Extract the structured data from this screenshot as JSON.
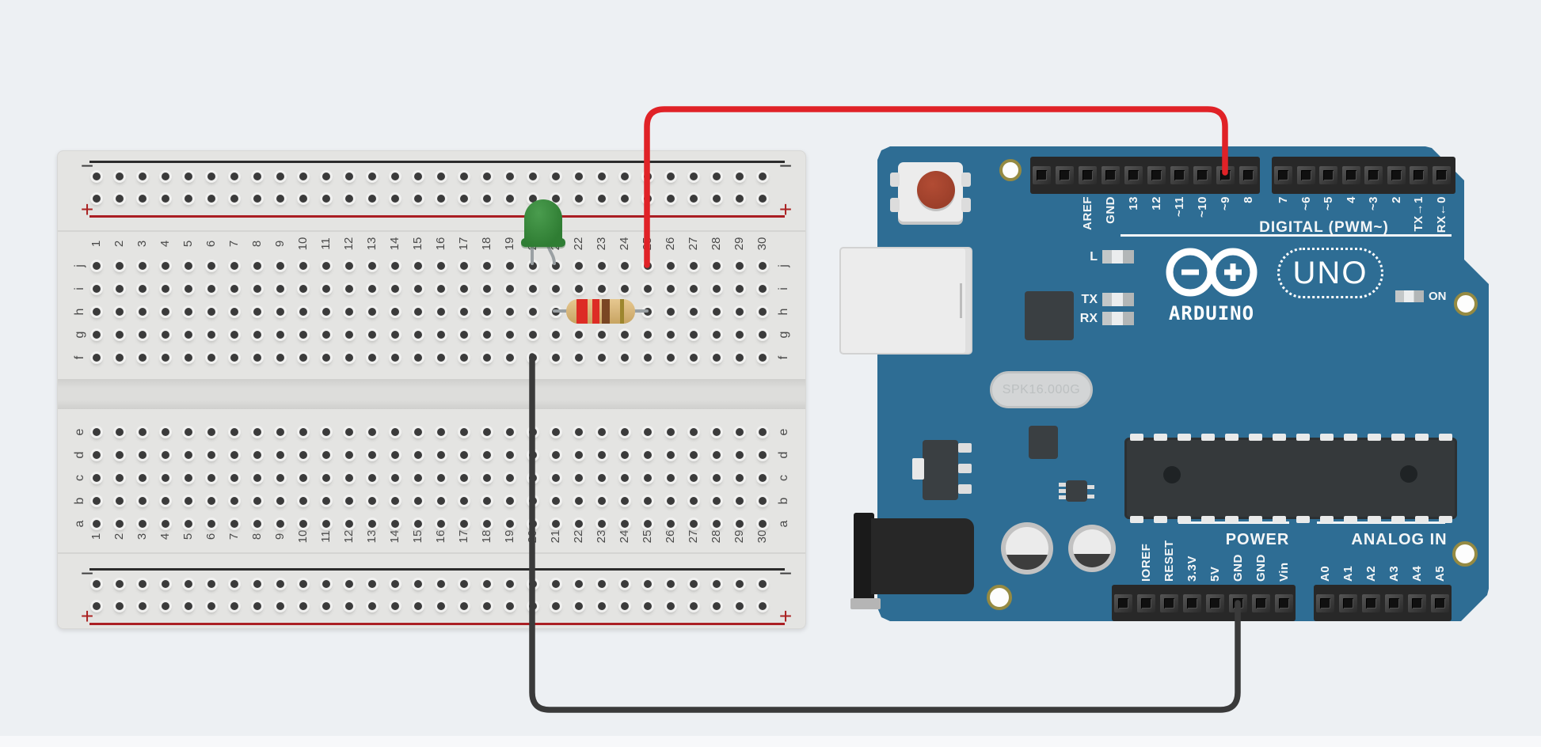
{
  "app": {
    "background": "#edf0f3"
  },
  "breadboard": {
    "column_numbers": [
      "1",
      "2",
      "3",
      "4",
      "5",
      "6",
      "7",
      "8",
      "9",
      "10",
      "11",
      "12",
      "13",
      "14",
      "15",
      "16",
      "17",
      "18",
      "19",
      "20",
      "21",
      "22",
      "23",
      "24",
      "25",
      "26",
      "27",
      "28",
      "29",
      "30"
    ],
    "row_letters_top": [
      "j",
      "i",
      "h",
      "g",
      "f"
    ],
    "row_letters_bottom": [
      "e",
      "d",
      "c",
      "b",
      "a"
    ],
    "rail_negative_label": "−",
    "rail_positive_label": "+",
    "colors": {
      "body": "#e4e4e2",
      "hole": "#3b3b3b",
      "negative_line": "#2b2b2b",
      "positive_line": "#aa1e23"
    }
  },
  "arduino": {
    "board_color": "#2e6d94",
    "digital_label": "DIGITAL (PWM~)",
    "top_header_left_labels": [
      "",
      "",
      "AREF",
      "GND",
      "13",
      "12",
      "~11",
      "~10",
      "~9",
      "8"
    ],
    "top_header_right_labels": [
      "7",
      "~6",
      "~5",
      "4",
      "~3",
      "2",
      "TX→1",
      "RX←0"
    ],
    "power_label": "POWER",
    "power_pin_labels": [
      "",
      "IOREF",
      "RESET",
      "3.3V",
      "5V",
      "GND",
      "GND",
      "Vin"
    ],
    "analog_label": "ANALOG IN",
    "analog_pin_labels": [
      "A0",
      "A1",
      "A2",
      "A3",
      "A4",
      "A5"
    ],
    "led_labels": {
      "l": "L",
      "tx": "TX",
      "rx": "RX",
      "on": "ON"
    },
    "brand": "ARDUINO",
    "model": "UNO",
    "crystal_text": "SPK16.000G"
  },
  "components": {
    "led": {
      "color_name": "green",
      "breadboard_row": "j",
      "cathode_column": 20,
      "anode_column": 21
    },
    "resistor": {
      "body_color": "#d6b478",
      "band_colors": [
        "#dd2c25",
        "#dd2c25",
        "#7a4624",
        "#9d862e"
      ],
      "from": "h21",
      "to": "h25"
    },
    "wires": [
      {
        "id": "signal",
        "color": "#e02227",
        "from": "breadboard j25",
        "to": "arduino pin ~9"
      },
      {
        "id": "ground",
        "color": "#3a3a3a",
        "from": "breadboard f20",
        "to": "arduino pin GND"
      }
    ]
  }
}
